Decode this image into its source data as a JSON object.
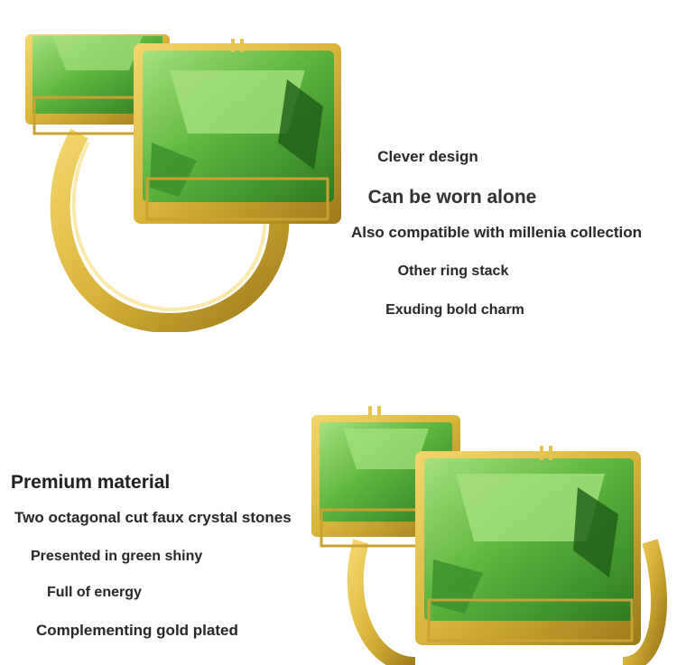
{
  "colors": {
    "gold": "#d9b43a",
    "gold_dark": "#a8841c",
    "gem": "#5fb63f",
    "gem_dark": "#2e7a22",
    "gem_light": "#a6e07d"
  },
  "top_section": {
    "lines": [
      "Clever design",
      "Can be worn alone",
      "Also compatible with millenia collection",
      "Other ring stack",
      "Exuding bold charm"
    ]
  },
  "bottom_section": {
    "title": "Premium material",
    "lines": [
      "Two octagonal cut faux crystal stones",
      "Presented in green shiny",
      "Full of energy",
      "Complementing gold plated"
    ]
  }
}
